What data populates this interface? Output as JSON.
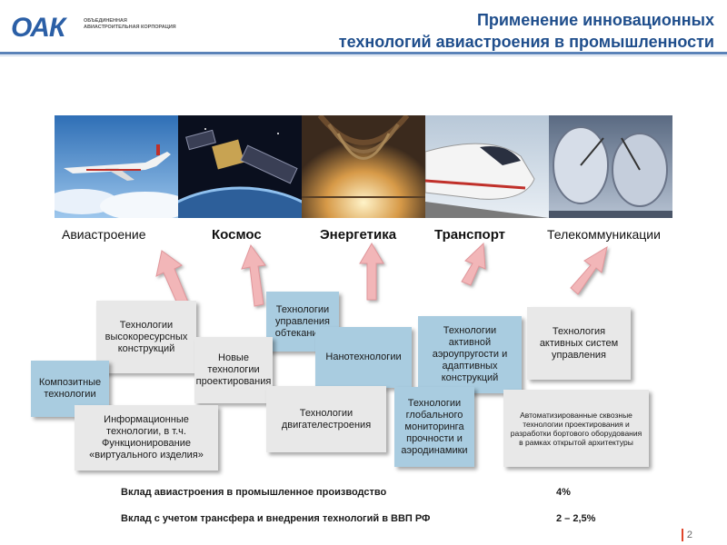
{
  "header": {
    "logo_text": "ОАК",
    "logo_subtitle": "ОБЪЕДИНЕННАЯ АВИАСТРОИТЕЛЬНАЯ КОРПОРАЦИЯ",
    "title_line1": "Применение инновационных",
    "title_line2": "технологий авиастроения в промышленности",
    "accent_color": "#1f4e8c"
  },
  "photos": [
    {
      "icon": "airplane-photo"
    },
    {
      "icon": "satellite-photo"
    },
    {
      "icon": "turbine-photo"
    },
    {
      "icon": "train-photo"
    },
    {
      "icon": "solar-dish-photo"
    }
  ],
  "categories": [
    "Авиастроение",
    "Космос",
    "Энергетика",
    "Транспорт",
    "Телекоммуникации"
  ],
  "technologies": {
    "high_resource": "Технологии высокоресурсных конструкций",
    "flow_control": "Технологии управления обтеканием",
    "new_design": "Новые технологии проектирования",
    "composite": "Композитные технологии",
    "info_tech": "Информационные технологии, в т.ч. Функционирование «виртуального изделия»",
    "nano": "Нанотехнологии",
    "engine": "Технологии двигателестроения",
    "aeroelastic": "Технологии активной аэроупругости и адаптивных конструкций",
    "monitoring": "Технологии глобального мониторинга прочности и аэродинамики",
    "active_control": "Технология активных систем управления",
    "automated_design": "Автоматизированные сквозные технологии проектирования и разработки бортового оборудования в рамках открытой архитектуры"
  },
  "stats": [
    {
      "label": "Вклад авиастроения в промышленное производство",
      "value": "4%"
    },
    {
      "label": "Вклад с учетом трансфера и внедрения технологий в ВВП РФ",
      "value": "2 – 2,5%"
    }
  ],
  "page_number": "2"
}
